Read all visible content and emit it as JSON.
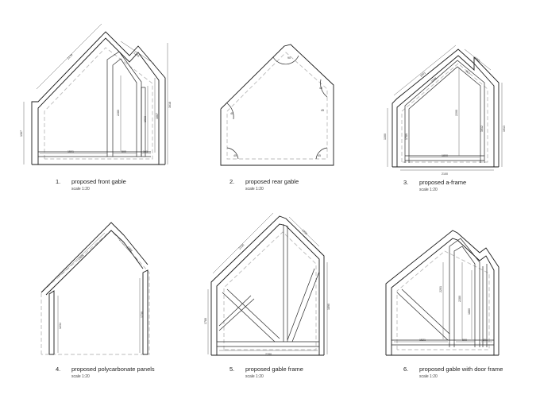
{
  "panels": [
    {
      "number": "1.",
      "title": "proposed front gable",
      "scale": "scale 1:20",
      "dimensions": [
        "2179",
        "1276",
        "2280",
        "1887",
        "3018",
        "1367",
        "1933",
        "1501",
        "590",
        "161"
      ]
    },
    {
      "number": "2.",
      "title": "proposed rear gable",
      "scale": "scale 1:20",
      "dimensions": [
        "90",
        "45",
        "45",
        "45",
        "45",
        "45"
      ]
    },
    {
      "number": "3.",
      "title": "proposed a-frame",
      "scale": "scale 1:20",
      "dimensions": [
        "1661",
        "1588",
        "1755",
        "907",
        "1300",
        "1789",
        "2200",
        "1612",
        "1913",
        "1800",
        "2100"
      ]
    },
    {
      "number": "4.",
      "title": "proposed polycarbonate panels",
      "scale": "scale 1:20",
      "dimensions": [
        "2075",
        "1384",
        "1234",
        "1730"
      ]
    },
    {
      "number": "5.",
      "title": "proposed gable frame",
      "scale": "scale 1:20",
      "dimensions": [
        "2155",
        "1290",
        "1780",
        "1890",
        "2280"
      ]
    },
    {
      "number": "6.",
      "title": "proposed gable with door frame",
      "scale": "scale 1:20",
      "dimensions": [
        "2201",
        "2280",
        "1880",
        "1521",
        "590",
        "201"
      ]
    }
  ]
}
